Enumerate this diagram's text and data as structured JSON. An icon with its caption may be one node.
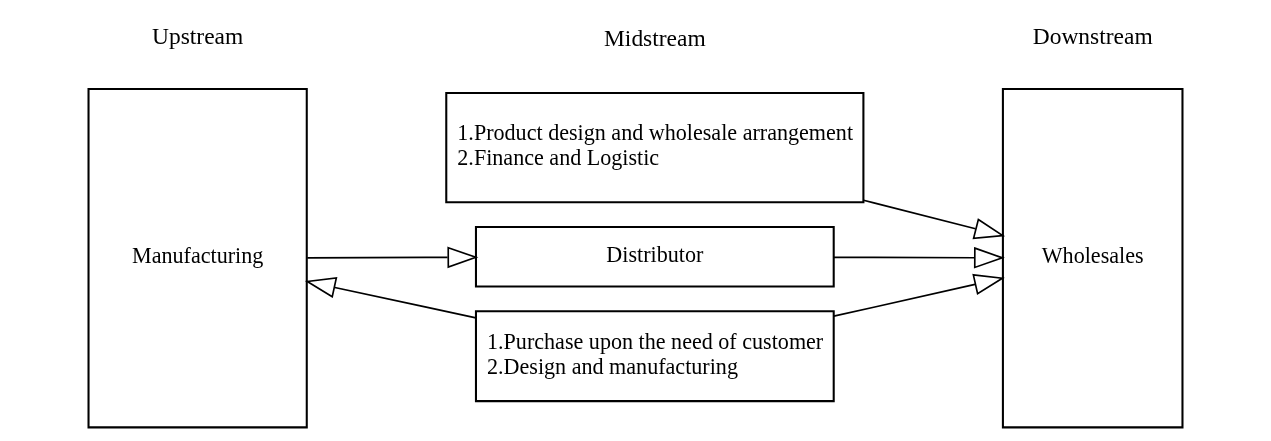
{
  "diagram": {
    "nodes": [
      {
        "text": [
          "Manufacturing"
        ]
      },
      {
        "text": [
          "1.Product design and wholesale arrangement",
          "2.Finance and Logistic"
        ]
      },
      {
        "text": [
          "Distributor"
        ]
      },
      {
        "text": [
          "1.Purchase upon the need of customer",
          "2.Design and manufacturing"
        ]
      },
      {
        "text": [
          "Wholesales"
        ]
      }
    ],
    "edges": [
      {
        "from": 0,
        "to": 2,
        "arrow": "to"
      },
      {
        "from": 1,
        "to": 4,
        "arrow": "to"
      },
      {
        "from": 2,
        "to": 4,
        "arrow": "to"
      },
      {
        "from": 3,
        "to": 0,
        "arrow": "to"
      },
      {
        "from": 3,
        "to": 4,
        "arrow": "to"
      }
    ],
    "labels": [
      "Upstream",
      "Midstream",
      "Downstream"
    ]
  }
}
